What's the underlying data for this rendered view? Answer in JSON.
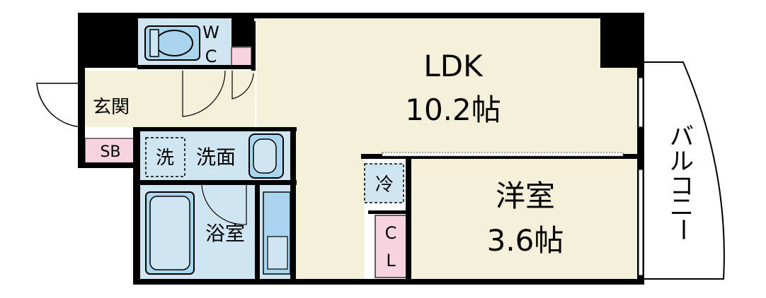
{
  "rooms": {
    "ldk": {
      "name": "LDK",
      "size": "10.2帖"
    },
    "western": {
      "name": "洋室",
      "size": "3.6帖"
    },
    "entrance": "玄関",
    "shoe_box": "SB",
    "washroom": "洗面",
    "washer": "洗",
    "bath": "浴室",
    "fridge": "冷",
    "closet": {
      "c": "C",
      "l": "L"
    },
    "toilet": {
      "w": "W",
      "c": "C"
    },
    "balcony": [
      "バ",
      "ル",
      "コ",
      "ニ",
      "ー"
    ]
  },
  "colors": {
    "ldk_floor": "#f4f0d9",
    "wet_area": "#cfe6f2",
    "fixture_blue": "#a9d6ee",
    "storage_pink": "#f6d3de",
    "wall": "#000000"
  }
}
